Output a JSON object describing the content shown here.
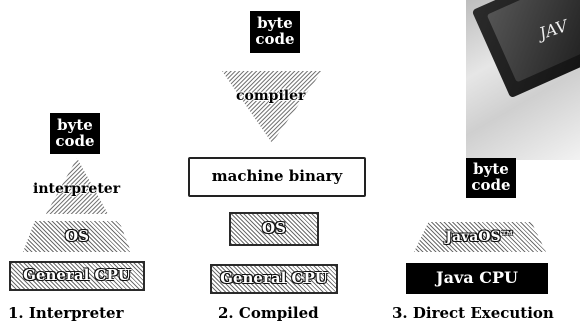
{
  "columns": [
    {
      "caption": "1. Interpreter",
      "input": "byte\ncode",
      "translator": "interpreter",
      "os": "OS",
      "cpu": "General CPU"
    },
    {
      "caption": "2. Compiled",
      "input": "byte\ncode",
      "translator": "compiler",
      "output": "machine binary",
      "os": "OS",
      "cpu": "General CPU"
    },
    {
      "caption": "3. Direct Execution",
      "input": "byte\ncode",
      "os": "JavaOS™",
      "cpu": "Java CPU"
    }
  ],
  "photo": {
    "chip_text": "JAV"
  },
  "colors": {
    "ink": "#000000",
    "paper": "#ffffff",
    "hatch": "#6d6d6d"
  }
}
